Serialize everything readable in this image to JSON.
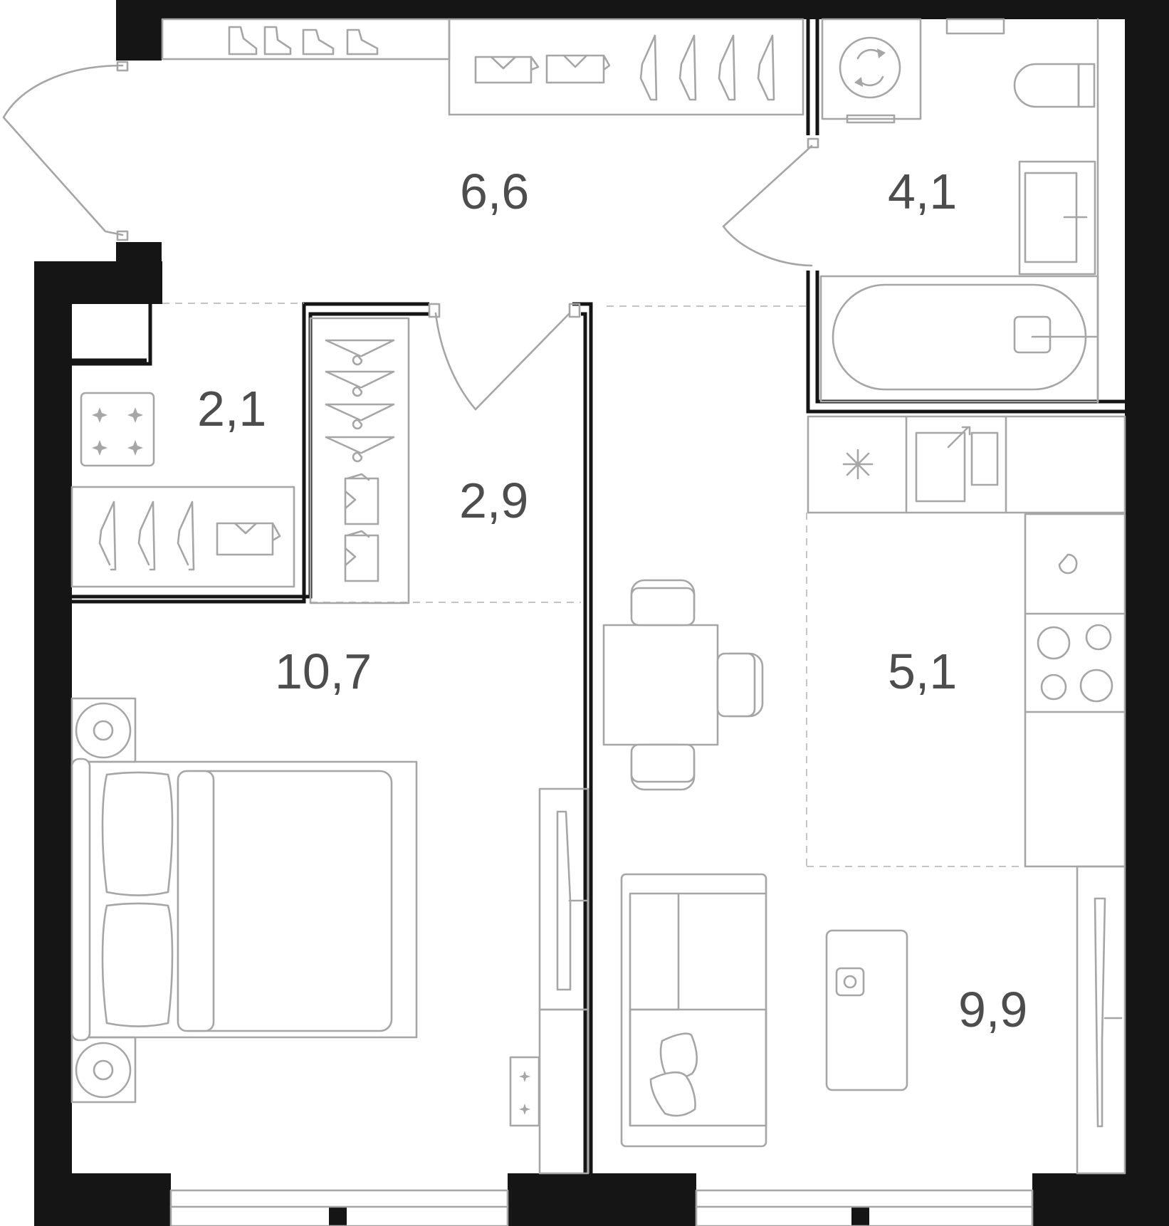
{
  "rooms": [
    {
      "id": "hallway",
      "area": "6,6"
    },
    {
      "id": "bathroom",
      "area": "4,1"
    },
    {
      "id": "storage",
      "area": "2,1"
    },
    {
      "id": "wardrobe",
      "area": "2,9"
    },
    {
      "id": "bedroom",
      "area": "10,7"
    },
    {
      "id": "kitchen",
      "area": "5,1"
    },
    {
      "id": "living-room",
      "area": "9,9"
    }
  ],
  "colors": {
    "wall": "#151515",
    "furniture": "#a6a6a6",
    "label": "#4d4d4d",
    "background": "#ffffff"
  },
  "icons": [
    "boot-icon",
    "folded-shirt-icon",
    "hanger-icon",
    "washing-machine-icon",
    "toilet-icon",
    "sink-icon",
    "bathtub-icon",
    "water-heater-icon",
    "stove-icon",
    "dining-table-icon",
    "chair-icon",
    "sofa-icon",
    "cushion-icon",
    "coffee-table-icon",
    "tv-icon",
    "bed-icon",
    "pillow-icon",
    "nightstand-icon",
    "lamp-icon",
    "power-socket-icon"
  ]
}
